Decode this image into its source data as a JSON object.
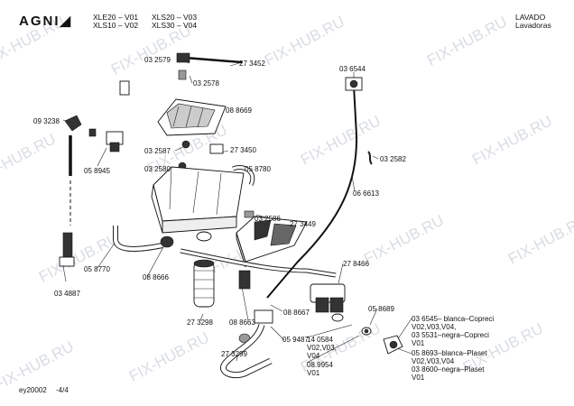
{
  "header": {
    "brand": "AGNI",
    "models": [
      "XLE20 – V01",
      "XLS20 – V03",
      "XLS10 – V02",
      "XLS30 – V04"
    ],
    "category": "LAVADO",
    "subcategory": "Lavadoras"
  },
  "watermark": "FIX-HUB.RU",
  "parts": [
    "03 2579",
    "27 3452",
    "03 2578",
    "03 6544",
    "09 3238",
    "08 8669",
    "03 2587",
    "27 3450",
    "03 2580",
    "05 8780",
    "03 2582",
    "05 8945",
    "06 6613",
    "03 2586",
    "27 3449",
    "05 8770",
    "08 8666",
    "27 8466",
    "03 4887",
    "08 8667",
    "05 8689",
    "27 3298",
    "08 8663",
    "05 9487",
    "27 3299"
  ],
  "notes_middle": [
    "14 0584",
    "V02,V03,",
    "V04",
    "08.9954",
    "V01"
  ],
  "notes_right": [
    "03  6545– blanca–Copreci",
    "V02,V03,V04,",
    "03  5531–negra–Copreci",
    "V01",
    "05 8693–blanca–Plaset",
    "V02,V03,V04",
    "03 8600–negra–Plaset",
    "V01"
  ],
  "footer": {
    "code": "ey20002",
    "page": "-4/4"
  }
}
